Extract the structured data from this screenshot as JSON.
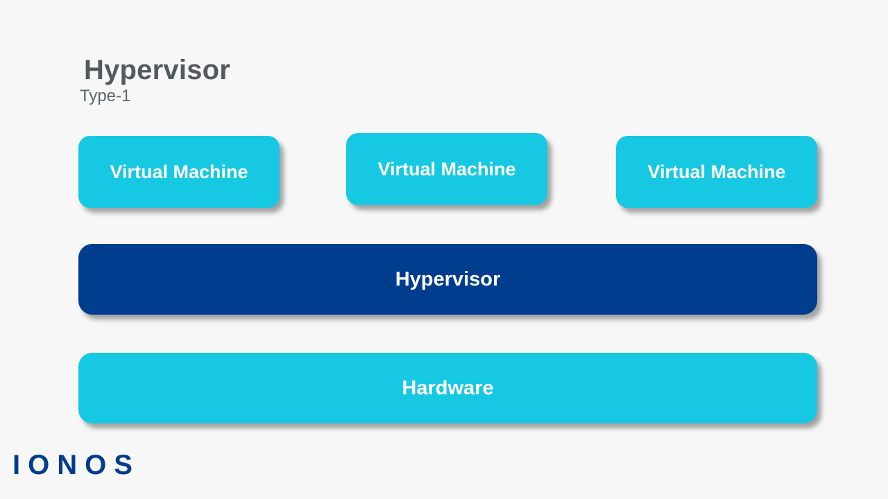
{
  "slide": {
    "background_color": "#f7f7f7",
    "title": "Hypervisor",
    "subtitle": "Type-1"
  },
  "colors": {
    "background": "#f7f7f7",
    "cyan": "#17c8e3",
    "dark_blue": "#003d8f",
    "title_gray": "#515a5d",
    "subtitle_gray": "#5c6568",
    "box_text": "#ffffff"
  },
  "diagram": {
    "type": "layered-stack",
    "layers": [
      {
        "name": "virtual-machines",
        "boxes": [
          {
            "label": "Virtual Machine",
            "color": "#17c8e3"
          },
          {
            "label": "Virtual Machine",
            "color": "#17c8e3"
          },
          {
            "label": "Virtual Machine",
            "color": "#17c8e3"
          }
        ]
      },
      {
        "name": "hypervisor",
        "boxes": [
          {
            "label": "Hypervisor",
            "color": "#003d8f"
          }
        ]
      },
      {
        "name": "hardware",
        "boxes": [
          {
            "label": "Hardware",
            "color": "#17c8e3"
          }
        ]
      }
    ]
  },
  "branding": {
    "logo_text": "IONOS",
    "logo_color": "#003d8f"
  }
}
